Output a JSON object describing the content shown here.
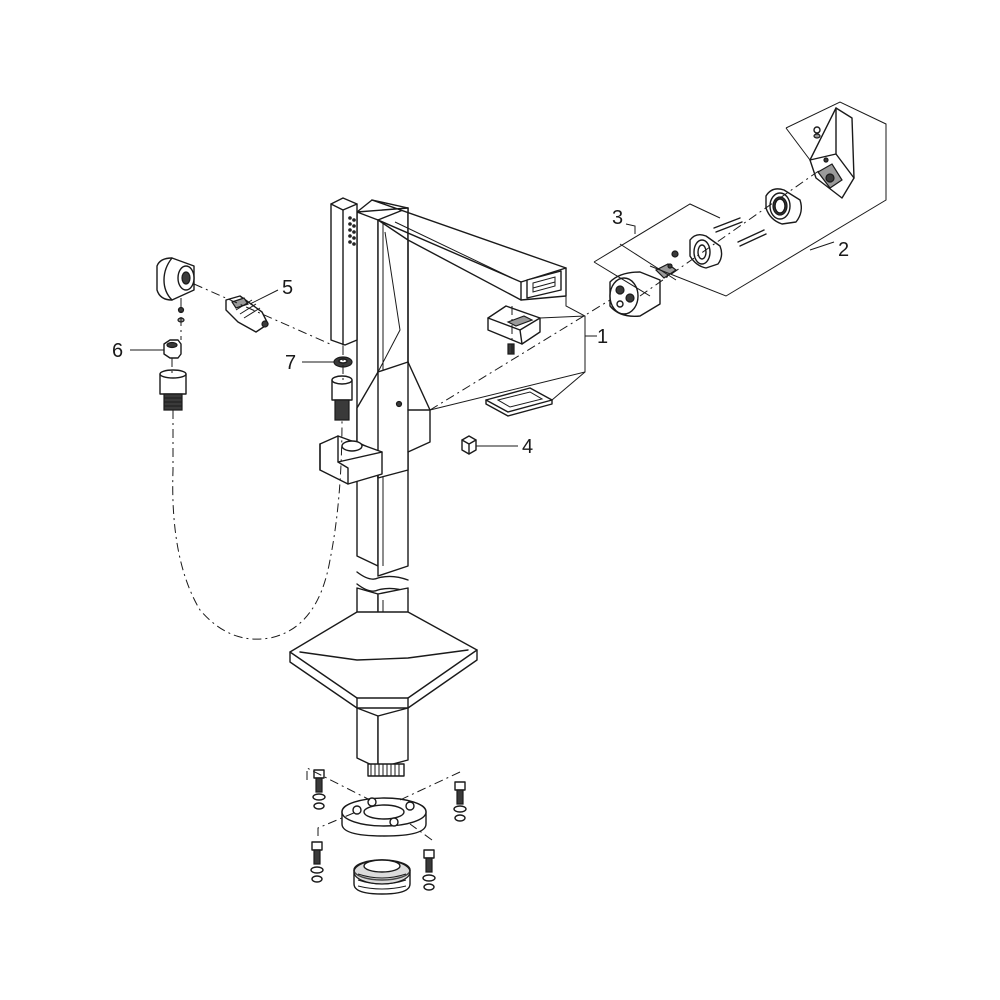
{
  "callouts": [
    {
      "id": "part-1",
      "label": "1"
    },
    {
      "id": "part-2",
      "label": "2"
    },
    {
      "id": "part-3",
      "label": "3"
    },
    {
      "id": "part-4",
      "label": "4"
    },
    {
      "id": "part-5",
      "label": "5"
    },
    {
      "id": "part-6",
      "label": "6"
    },
    {
      "id": "part-7",
      "label": "7"
    }
  ],
  "colors": {
    "line": "#1a1a1a",
    "fill_dark": "#3a3a3a",
    "fill_mid": "#9a9a9a",
    "background": "#ffffff"
  }
}
